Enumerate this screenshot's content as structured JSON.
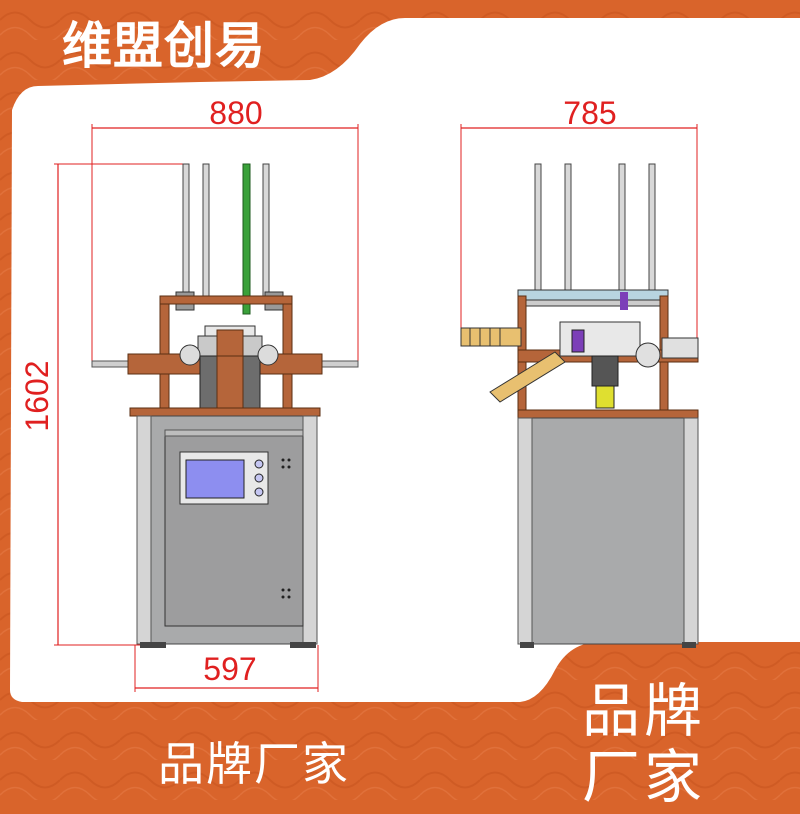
{
  "brand": {
    "top_title": "维盟创易",
    "bottom_left": "品牌厂家",
    "right_line1": "品牌",
    "right_line2": "厂家"
  },
  "dimensions": {
    "front_width": "880",
    "side_width": "785",
    "height": "1602",
    "base_width": "597"
  },
  "colors": {
    "background": "#d9642b",
    "card": "#ffffff",
    "dimension_lines": "#e02020",
    "frame": "#b5653a",
    "cabinet": "#a9aaab"
  }
}
